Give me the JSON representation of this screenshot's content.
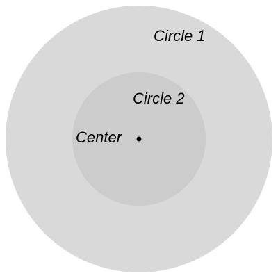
{
  "diagram": {
    "outer_circle": {
      "label": "Circle 1",
      "fill": "#d9d9d9"
    },
    "inner_circle": {
      "label": "Circle 2",
      "fill": "#cccccc"
    },
    "center_point": {
      "label": "Center",
      "color": "#000000"
    }
  }
}
